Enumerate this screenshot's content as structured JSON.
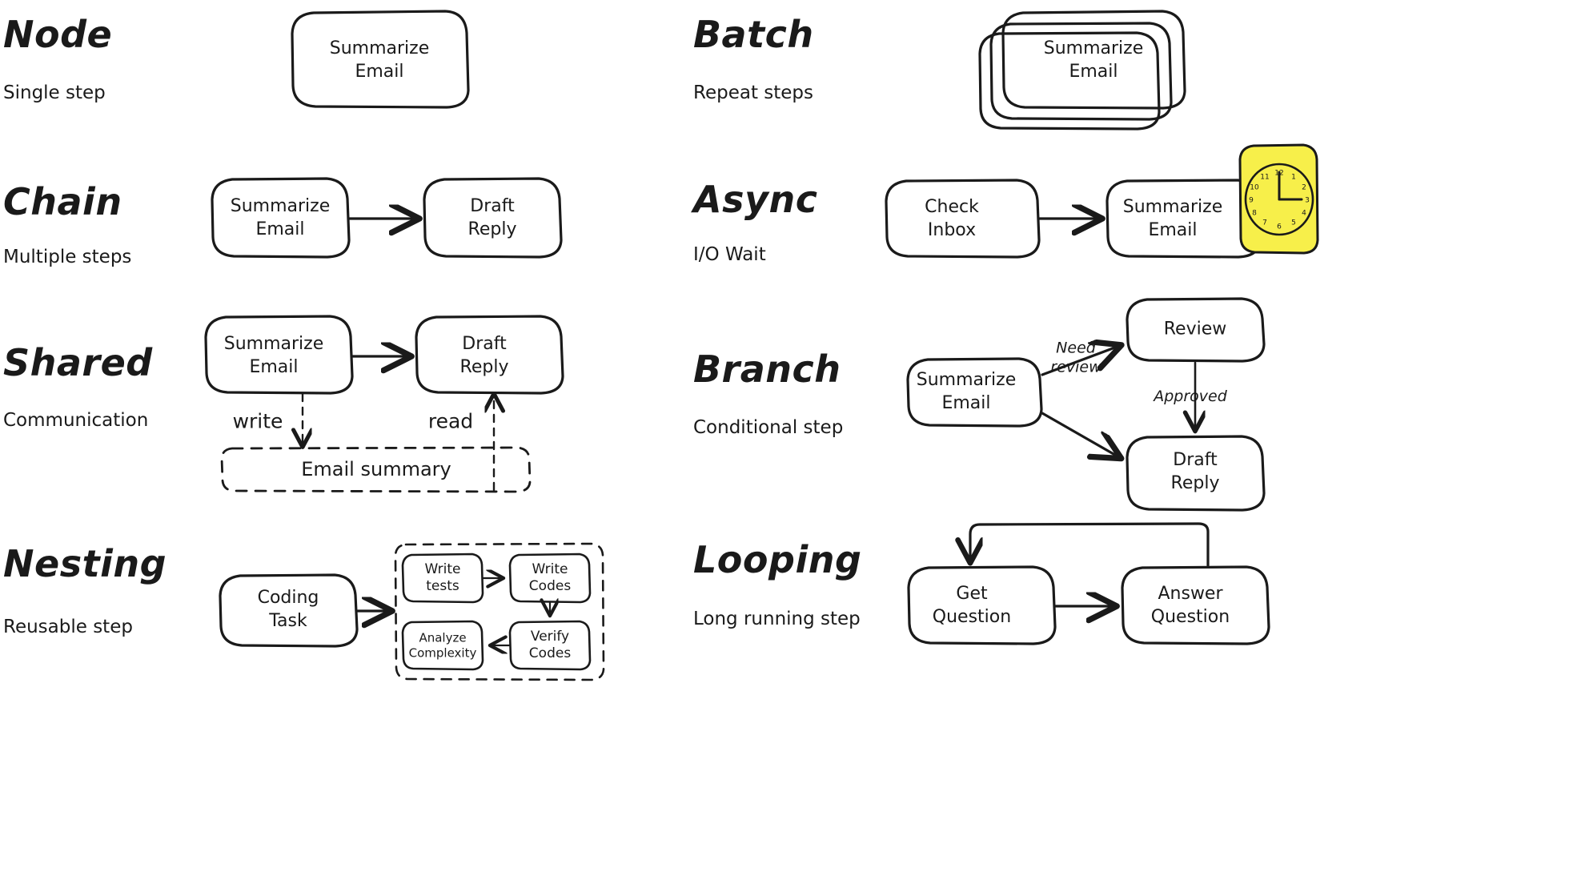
{
  "page": {
    "background": "#ffffff",
    "ink": "#1a1a1a",
    "accent_yellow": "#f7ef4a"
  },
  "sections": [
    {
      "id": "node",
      "title": "Node",
      "subtitle": "Single step",
      "nodes": [
        {
          "id": "n1",
          "label": "Summarize\nEmail"
        }
      ]
    },
    {
      "id": "batch",
      "title": "Batch",
      "subtitle": "Repeat steps",
      "nodes": [
        {
          "id": "b1",
          "label": "Summarize\nEmail"
        }
      ],
      "note": "stacked cards"
    },
    {
      "id": "chain",
      "title": "Chain",
      "subtitle": "Multiple steps",
      "nodes": [
        {
          "id": "c1",
          "label": "Summarize\nEmail"
        },
        {
          "id": "c2",
          "label": "Draft\nReply"
        }
      ]
    },
    {
      "id": "async",
      "title": "Async",
      "subtitle": "I/O Wait",
      "nodes": [
        {
          "id": "a1",
          "label": "Check\nInbox"
        },
        {
          "id": "a2",
          "label": "Summarize\nEmail"
        }
      ],
      "icon": "clock-icon",
      "clock_numerals": [
        "1",
        "2",
        "3",
        "4",
        "5",
        "6",
        "7",
        "8",
        "9",
        "10",
        "11",
        "12"
      ]
    },
    {
      "id": "shared",
      "title": "Shared",
      "subtitle": "Communication",
      "nodes": [
        {
          "id": "s1",
          "label": "Summarize\nEmail"
        },
        {
          "id": "s2",
          "label": "Draft\nReply"
        }
      ],
      "store": {
        "id": "store",
        "label": "Email summary"
      },
      "edge_labels": {
        "write": "write",
        "read": "read"
      }
    },
    {
      "id": "branch",
      "title": "Branch",
      "subtitle": "Conditional step",
      "nodes": [
        {
          "id": "br1",
          "label": "Summarize\nEmail"
        },
        {
          "id": "br2",
          "label": "Review"
        },
        {
          "id": "br3",
          "label": "Draft\nReply"
        }
      ],
      "edge_labels": {
        "need_review": "Need\nreview",
        "approved": "Approved"
      }
    },
    {
      "id": "nesting",
      "title": "Nesting",
      "subtitle": "Reusable step",
      "nodes": [
        {
          "id": "ne1",
          "label": "Coding\nTask"
        },
        {
          "id": "ne2",
          "label": "Write\ntests"
        },
        {
          "id": "ne3",
          "label": "Write\nCodes"
        },
        {
          "id": "ne4",
          "label": "Verify\nCodes"
        },
        {
          "id": "ne5",
          "label": "Analyze\nComplexity"
        }
      ]
    },
    {
      "id": "looping",
      "title": "Looping",
      "subtitle": "Long running step",
      "nodes": [
        {
          "id": "lo1",
          "label": "Get\nQuestion"
        },
        {
          "id": "lo2",
          "label": "Answer\nQuestion"
        }
      ]
    }
  ]
}
